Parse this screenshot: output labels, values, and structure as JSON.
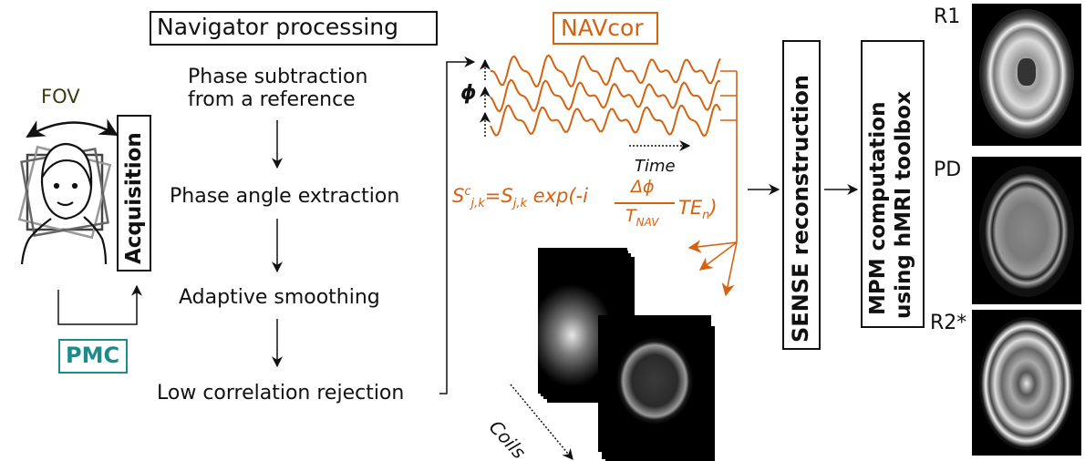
{
  "acquisition": {
    "fov_label": "FOV",
    "acquisition_label": "Acquisition",
    "pmc_label": "PMC"
  },
  "navigator": {
    "title": "Navigator processing",
    "steps": [
      "Phase subtraction\nfrom a reference",
      "Phase angle extraction",
      "Adaptive smoothing",
      "Low correlation rejection"
    ]
  },
  "navcor": {
    "title": "NAVcor",
    "phi_label": "ϕ",
    "time_label": "Time",
    "formula": {
      "s": "S",
      "sup_c": "c",
      "sub_jk": "j,k",
      "eq": "=S",
      "sub_jk2": "j,k",
      "exp": " exp(-i",
      "numerator": "Δϕ",
      "denom_t": "T",
      "denom_sub": "NAV",
      "te": "TE",
      "te_sub": "n",
      "close": ")"
    },
    "coils_label": "Coils"
  },
  "sense_label": "SENSE reconstruction",
  "mpm_label_line1": "MPM computation",
  "mpm_label_line2": "using hMRI toolbox",
  "maps": [
    "R1",
    "PD",
    "R2*"
  ],
  "colors": {
    "orange": "#d5620f",
    "teal": "#1b8c8c",
    "black": "#111111"
  }
}
